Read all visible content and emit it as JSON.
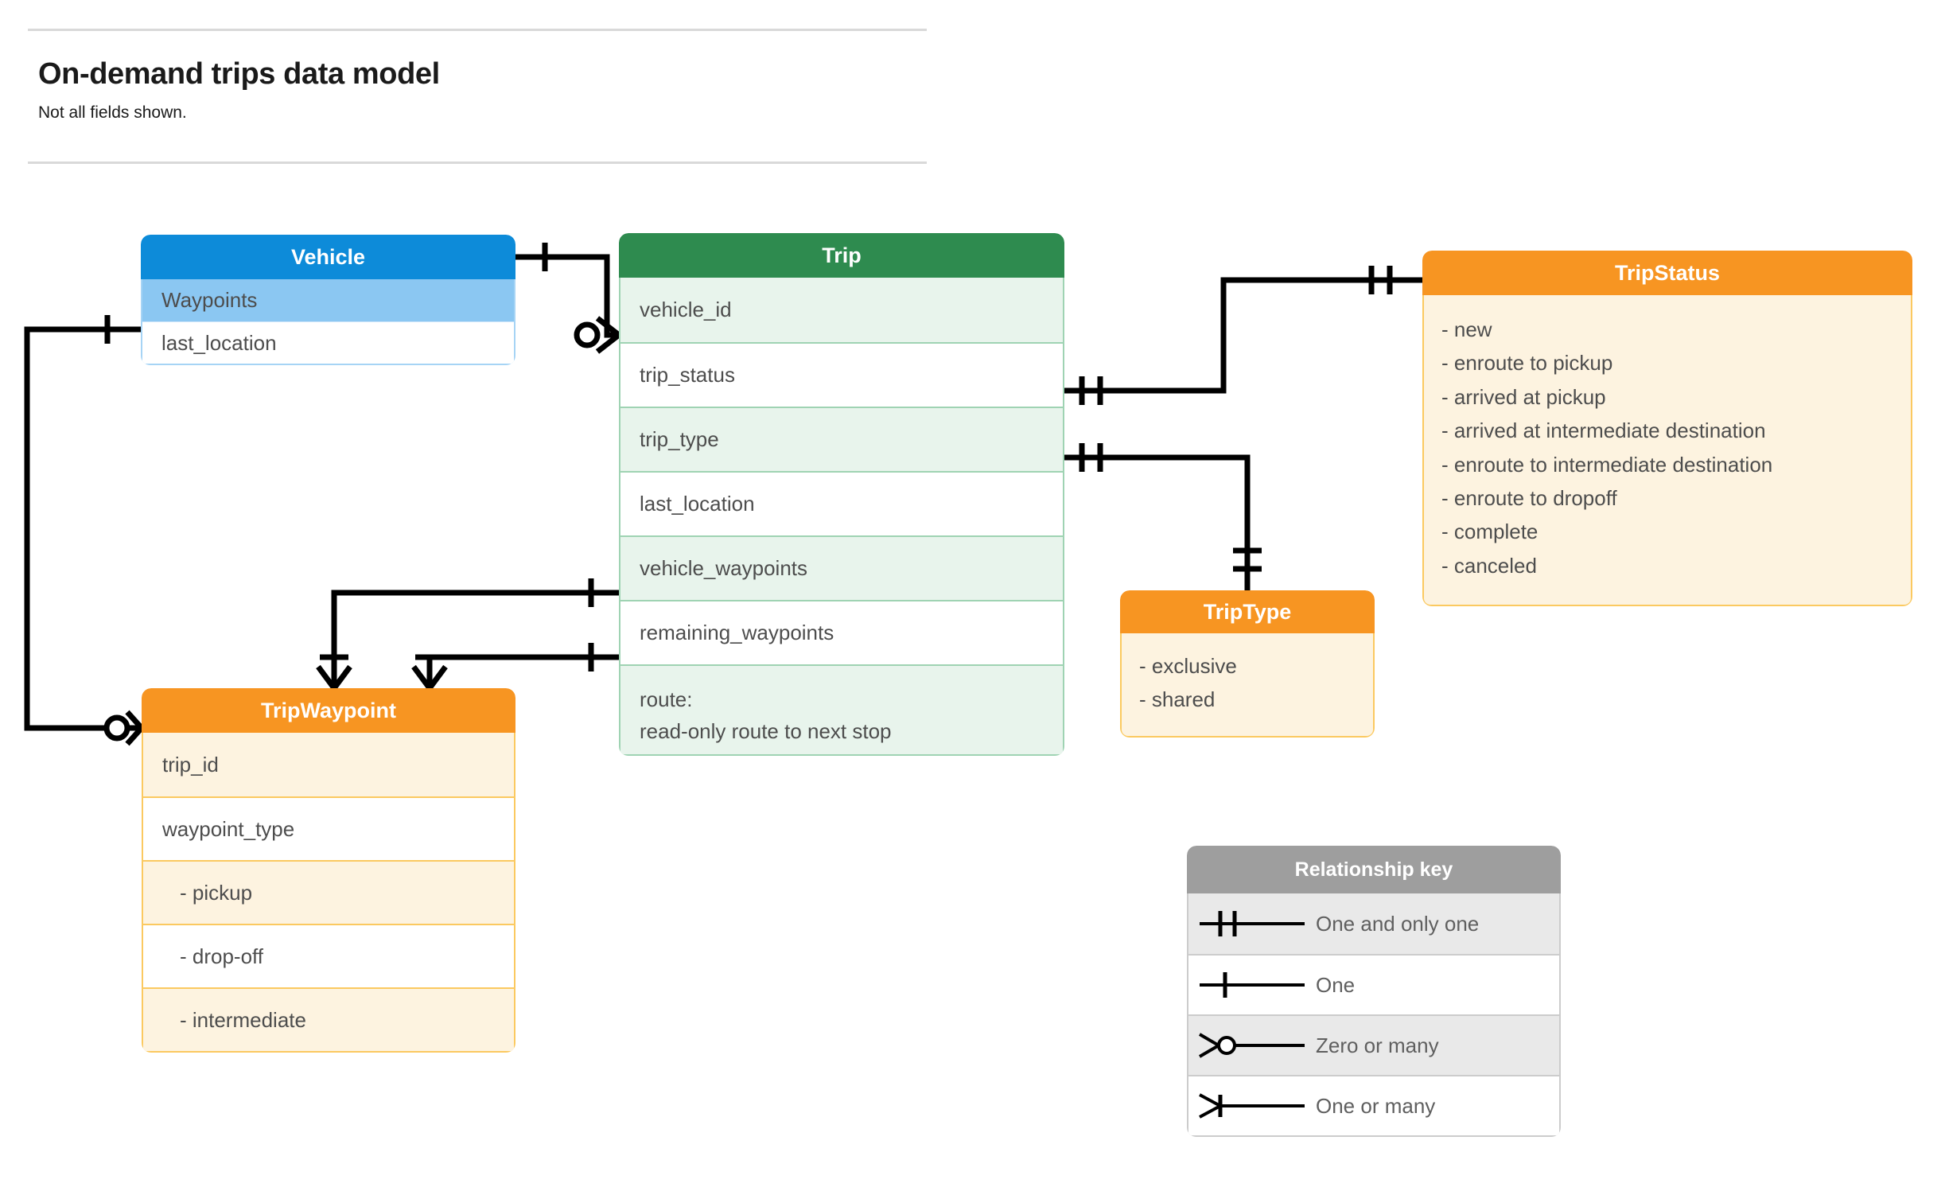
{
  "header": {
    "title": "On-demand trips data model",
    "subtitle": "Not all fields shown."
  },
  "entities": {
    "vehicle": {
      "name": "Vehicle",
      "header_color": "#0d8bd9",
      "fields": [
        {
          "label": "Waypoints"
        },
        {
          "label": "last_location"
        }
      ]
    },
    "trip": {
      "name": "Trip",
      "header_color": "#2e8b4f",
      "fields": [
        {
          "label": "vehicle_id"
        },
        {
          "label": "trip_status"
        },
        {
          "label": "trip_type"
        },
        {
          "label": "last_location"
        },
        {
          "label": "vehicle_waypoints"
        },
        {
          "label": "remaining_waypoints"
        }
      ],
      "route_field": {
        "label": "route:",
        "description": "read-only route to next stop"
      }
    },
    "trip_status": {
      "name": "TripStatus",
      "header_color": "#f79522",
      "values": [
        "- new",
        "- enroute to pickup",
        "- arrived at pickup",
        "- arrived at intermediate destination",
        "- enroute to intermediate destination",
        "- enroute to dropoff",
        "- complete",
        "- canceled"
      ]
    },
    "trip_type": {
      "name": "TripType",
      "header_color": "#f79522",
      "values": [
        "- exclusive",
        "- shared"
      ]
    },
    "trip_waypoint": {
      "name": "TripWaypoint",
      "header_color": "#f79522",
      "fields": [
        {
          "label": "trip_id",
          "indent": false
        },
        {
          "label": "waypoint_type",
          "indent": false
        },
        {
          "label": "-  pickup",
          "indent": true
        },
        {
          "label": "-  drop-off",
          "indent": true
        },
        {
          "label": "-  intermediate",
          "indent": true
        }
      ]
    }
  },
  "relationship_key": {
    "title": "Relationship key",
    "rows": [
      {
        "symbol": "one-and-only-one",
        "label": "One and only one"
      },
      {
        "symbol": "one",
        "label": "One"
      },
      {
        "symbol": "zero-or-many",
        "label": "Zero or many"
      },
      {
        "symbol": "one-or-many",
        "label": "One or many"
      }
    ]
  },
  "relationships": [
    {
      "from": "Vehicle",
      "from_card": "one",
      "to": "Trip.vehicle_id",
      "to_card": "zero-or-many"
    },
    {
      "from": "Vehicle.Waypoints",
      "from_card": "one",
      "to": "TripWaypoint",
      "to_card": "zero-or-many"
    },
    {
      "from": "Trip.trip_status",
      "from_card": "one-and-only-one",
      "to": "TripStatus",
      "to_card": "one-and-only-one"
    },
    {
      "from": "Trip.trip_type",
      "from_card": "one-and-only-one",
      "to": "TripType",
      "to_card": "one-and-only-one"
    },
    {
      "from": "Trip.vehicle_waypoints",
      "from_card": "one",
      "to": "TripWaypoint",
      "to_card": "one-or-many"
    },
    {
      "from": "Trip.remaining_waypoints",
      "from_card": "one",
      "to": "TripWaypoint",
      "to_card": "one-or-many"
    }
  ],
  "colors": {
    "blue_header": "#0d8bd9",
    "blue_row": "#8bc7f2",
    "green_header": "#2e8b4f",
    "green_row": "#e8f4ec",
    "orange_header": "#f79522",
    "orange_row": "#fdf3e0",
    "grey_header": "#9e9e9e",
    "text": "#4d4d4d"
  }
}
